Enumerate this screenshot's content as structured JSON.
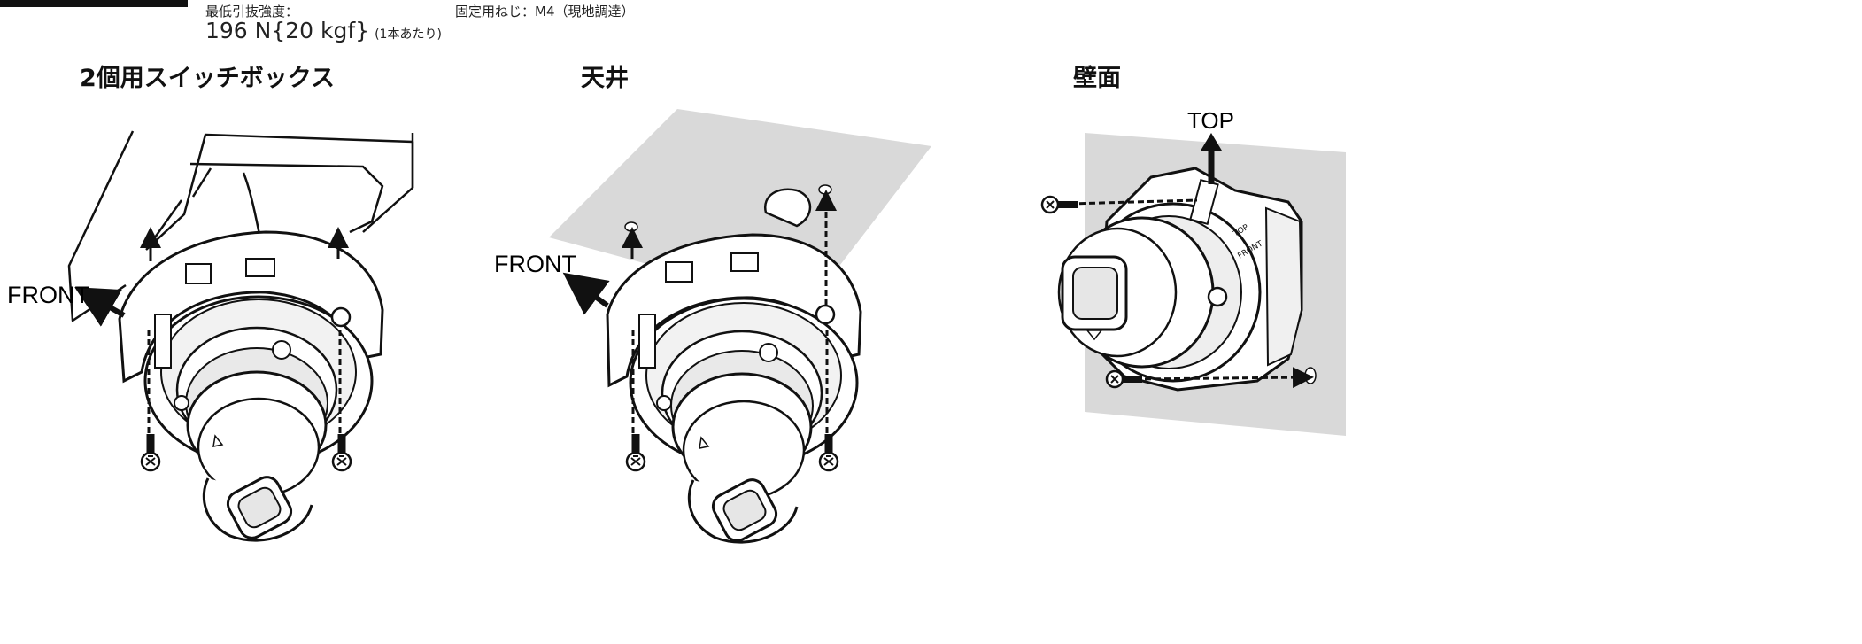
{
  "specs": {
    "pullout_label": "最低引抜強度：",
    "pullout_value": "196 N{20 kgf}",
    "pullout_note": "(1本あたり)",
    "screw": "固定用ねじ：M4（現地調達）"
  },
  "panels": [
    {
      "title": "2個用スイッチボックス",
      "labels": [
        "FRONT"
      ]
    },
    {
      "title": "天井",
      "labels": [
        "FRONT"
      ]
    },
    {
      "title": "壁面",
      "labels": [
        "TOP"
      ]
    }
  ],
  "camera_markings": {
    "top": "TOP",
    "front": "FRONT"
  },
  "colors": {
    "surface": "#d9d9d9",
    "line": "#111111",
    "background": "#ffffff"
  },
  "icons": [
    "arrow-icon",
    "screw-icon",
    "camera-icon"
  ]
}
